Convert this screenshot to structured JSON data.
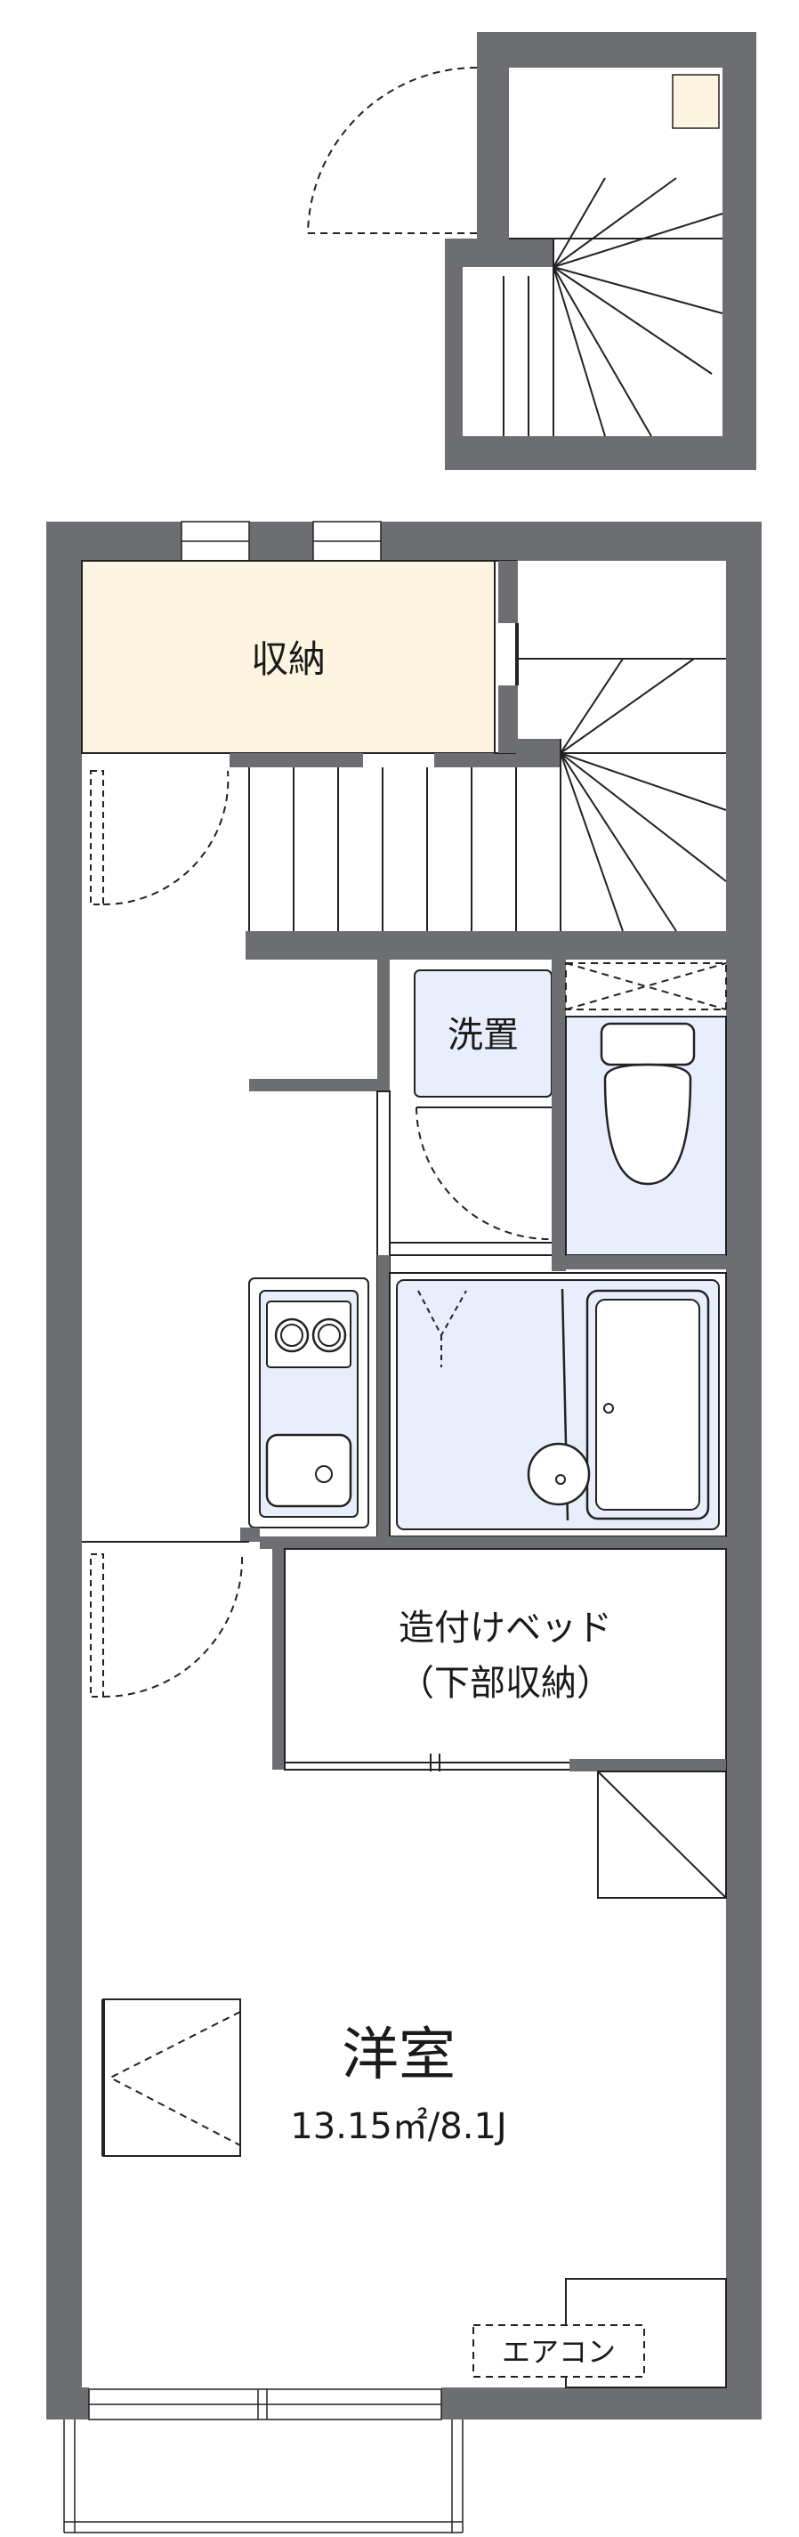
{
  "rooms": {
    "storage": "収納",
    "washer": "洗置",
    "bed_line1": "造付けベッド",
    "bed_line2": "（下部収納）",
    "western_room": "洋室",
    "western_room_size": "13.15㎡/8.1J",
    "aircon": "エアコン"
  },
  "colors": {
    "wall": "#6d6e71",
    "storage_fill": "#fdf5e2",
    "wet_fill": "#e8eefb",
    "line": "#222222"
  }
}
